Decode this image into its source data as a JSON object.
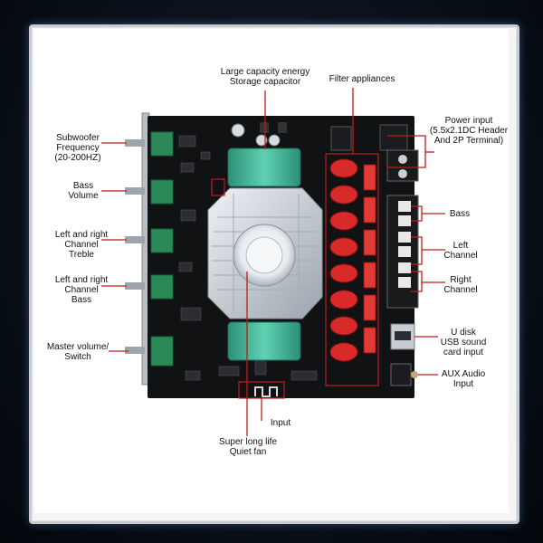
{
  "labels": {
    "capacitor": [
      "Large capacity energy",
      "Storage capacitor"
    ],
    "filter": [
      "Filter appliances"
    ],
    "power": [
      "Power input",
      "(5.5x2.1DC Header",
      "And 2P Terminal)"
    ],
    "subwoofer": [
      "Subwoofer",
      "Frequency",
      "(20-200HZ)"
    ],
    "bass_volume": [
      "Bass",
      "Volume"
    ],
    "treble": [
      "Left and right",
      "Channel",
      "Treble"
    ],
    "lr_bass": [
      "Left and right",
      "Channel",
      "Bass"
    ],
    "master": [
      "Master volume/",
      "Switch"
    ],
    "bass_out": [
      "Bass"
    ],
    "left_ch": [
      "Left",
      "Channel"
    ],
    "right_ch": [
      "Right",
      "Channel"
    ],
    "udisk": [
      "U disk",
      "USB sound",
      "card input"
    ],
    "aux": [
      "AUX Audio",
      "Input"
    ],
    "input": [
      "Input"
    ],
    "fan": [
      "Super long life",
      "Quiet fan"
    ]
  },
  "colors": {
    "leader": "#c21a1a",
    "board": "#111214",
    "heatsink": "#cfd6dc",
    "capacitor": "#3fb598",
    "inductor": "#d92a2a",
    "pot": "#2a8a57"
  }
}
